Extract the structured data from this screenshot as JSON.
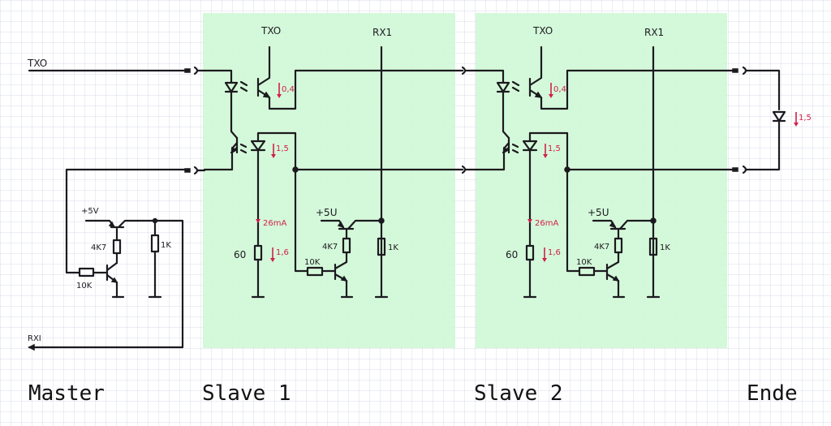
{
  "diagram": {
    "type": "circuit-schematic",
    "sections": {
      "master": "Master",
      "slave1": "Slave 1",
      "slave2": "Slave 2",
      "end": "Ende"
    },
    "master": {
      "tx_label": "TXO",
      "rx_label": "RXI",
      "supply": "+5V",
      "r_base": "10K",
      "r_collector": "4K7",
      "r_pulldown": "1K"
    },
    "slave": {
      "tx_label": "TXO",
      "rx_label": "RX1",
      "supply": "+5U",
      "r_led": "60",
      "r_base": "10K",
      "r_collector": "4K7",
      "r_pulldown": "1K",
      "i_phototransistor": "0,4",
      "v_led": "1,5",
      "i_loop": "26mA",
      "v_resistor": "1,6"
    },
    "end": {
      "v_led": "1,5"
    },
    "colors": {
      "slave_panel": "#cdf8d4",
      "ink": "#1c1a1f",
      "annotation": "#d2204a"
    }
  }
}
